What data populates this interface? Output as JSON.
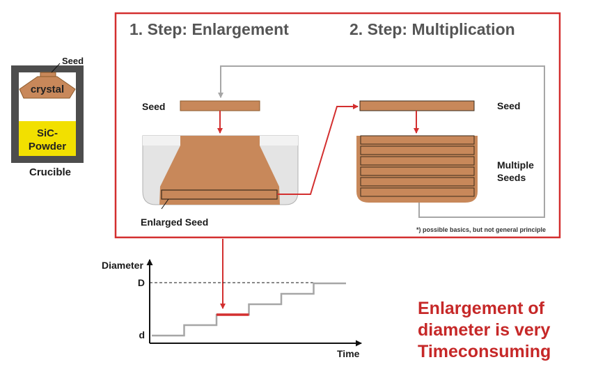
{
  "crucible": {
    "seed_label": "Seed",
    "crystal_label": "crystal",
    "powder_line1": "SiC-",
    "powder_line2": "Powder",
    "caption": "Crucible"
  },
  "steps": {
    "step1_title": "1. Step: Enlargement",
    "step2_title": "2. Step: Multiplication",
    "step1_seed_label": "Seed",
    "enlarged_seed_label": "Enlarged Seed",
    "step2_seed_label": "Seed",
    "multiple_seeds_line1": "Multiple",
    "multiple_seeds_line2": "Seeds",
    "footnote": "*) possible basics, but not general principle"
  },
  "chart_data": {
    "type": "line",
    "title": "",
    "xlabel": "Time",
    "ylabel": "Diameter",
    "ytick_labels": [
      "d",
      "D"
    ],
    "series": [
      {
        "x": [
          0,
          1,
          1,
          2,
          2,
          3,
          3,
          4,
          4,
          5,
          5,
          6
        ],
        "y": [
          0,
          0,
          1,
          1,
          2,
          2,
          3,
          3,
          4,
          4,
          5,
          5
        ],
        "highlighted_x": [
          2,
          3
        ],
        "highlighted_y": [
          2,
          2
        ]
      }
    ]
  },
  "message": {
    "line1": "Enlargement of",
    "line2": "diameter is very",
    "line3": "Timeconsuming"
  },
  "colors": {
    "frame_red": "#d32f2f",
    "copper": "#c8885a",
    "copper_dark": "#8b5a2b",
    "powder_yellow": "#f2e000",
    "crucible_dark": "#555555",
    "grey_line": "#a6a6a6",
    "message_red": "#c62828"
  }
}
